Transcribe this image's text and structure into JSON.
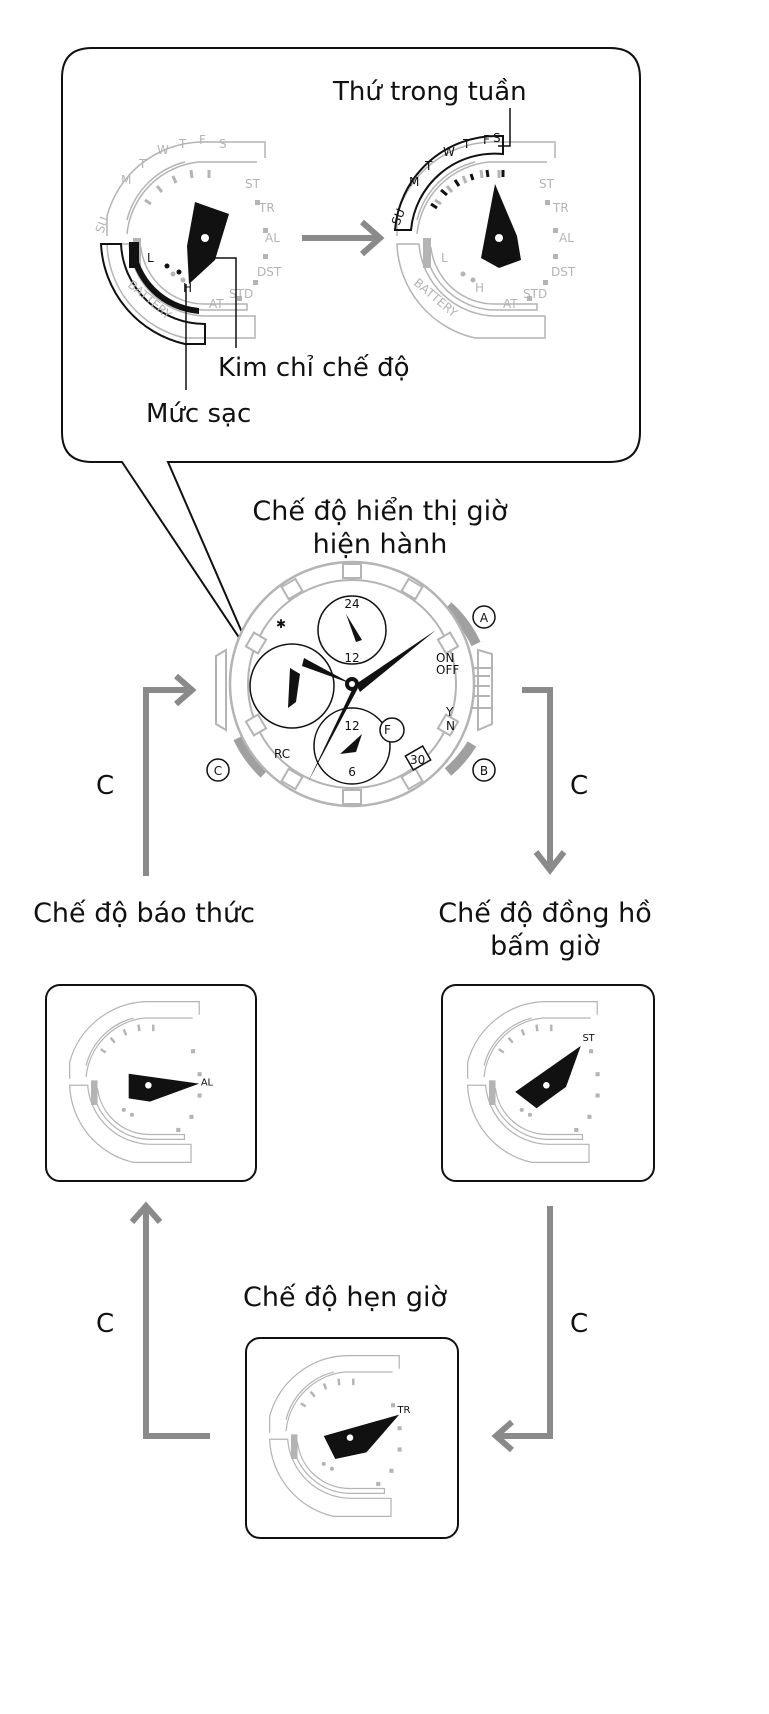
{
  "callout": {
    "day_of_week": "Thứ trong tuần",
    "mode_hand": "Kim chỉ chế độ",
    "charge_level": "Mức sạc"
  },
  "modes": {
    "timekeeping": [
      "Chế độ hiển thị giờ",
      "hiện hành"
    ],
    "alarm": "Chế độ báo thức",
    "stopwatch": [
      "Chế độ đồng hồ",
      "bấm giờ"
    ],
    "timer": "Chế độ hẹn giờ"
  },
  "button_c": "C",
  "buttons": {
    "a": "A",
    "b": "B",
    "c": "C"
  },
  "dial": {
    "days": [
      "SU",
      "M",
      "T",
      "W",
      "T",
      "F",
      "S"
    ],
    "modes": [
      "ST",
      "TR",
      "AL",
      "DST",
      "STD",
      "AT"
    ],
    "battery": "BATTERY",
    "low": "L",
    "high": "H"
  },
  "watch": {
    "top_subdial_top": "24",
    "top_subdial_bottom": "12",
    "main_12": "12",
    "bottom_subdial_6": "6",
    "date": "30",
    "rc": "RC",
    "on": "ON",
    "off": "OFF",
    "y": "Y",
    "n": "N",
    "f": "F"
  },
  "colors": {
    "line": "#111111",
    "gray": "#b4b4b4",
    "arrow": "#8a8a8a"
  }
}
